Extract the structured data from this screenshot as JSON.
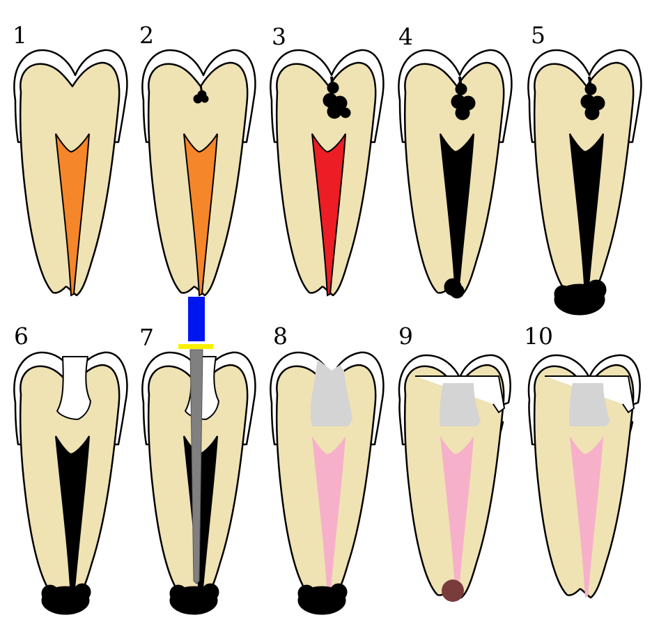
{
  "panels": [
    {
      "label": "1",
      "stage": "healthy",
      "pulp_color": "#f6862a",
      "root_fill": "#f6862a"
    },
    {
      "label": "2",
      "stage": "enamel-caries",
      "pulp_color": "#f6862a",
      "root_fill": "#f6862a"
    },
    {
      "label": "3",
      "stage": "pulpitis",
      "pulp_color": "#ec1d24",
      "root_fill": "#ec1d24"
    },
    {
      "label": "4",
      "stage": "necrosis",
      "pulp_color": "#000000",
      "root_fill": "#000000"
    },
    {
      "label": "5",
      "stage": "abscess",
      "pulp_color": "#000000",
      "root_fill": "#000000"
    },
    {
      "label": "6",
      "stage": "access-opening",
      "pulp_color": "#000000",
      "root_fill": "#000000"
    },
    {
      "label": "7",
      "stage": "instrumentation",
      "pulp_color": "#000000",
      "root_fill": "#000000"
    },
    {
      "label": "8",
      "stage": "obturation",
      "pulp_color": "#f7b0c9",
      "root_fill": "#f7b0c9"
    },
    {
      "label": "9",
      "stage": "crown-prep",
      "pulp_color": "#f7b0c9",
      "root_fill": "#f7b0c9"
    },
    {
      "label": "10",
      "stage": "healed",
      "pulp_color": "#f7b0c9",
      "root_fill": "#f7b0c9"
    }
  ],
  "colors": {
    "dentin": "#efe2b3",
    "enamel": "#ffffff",
    "filling": "#d4d4d4",
    "file_handle": "#0016f0",
    "file_stopper": "#f7f000",
    "file_shaft": "#808080",
    "granuloma": "#7a3b3b",
    "lesion": "#000000"
  }
}
